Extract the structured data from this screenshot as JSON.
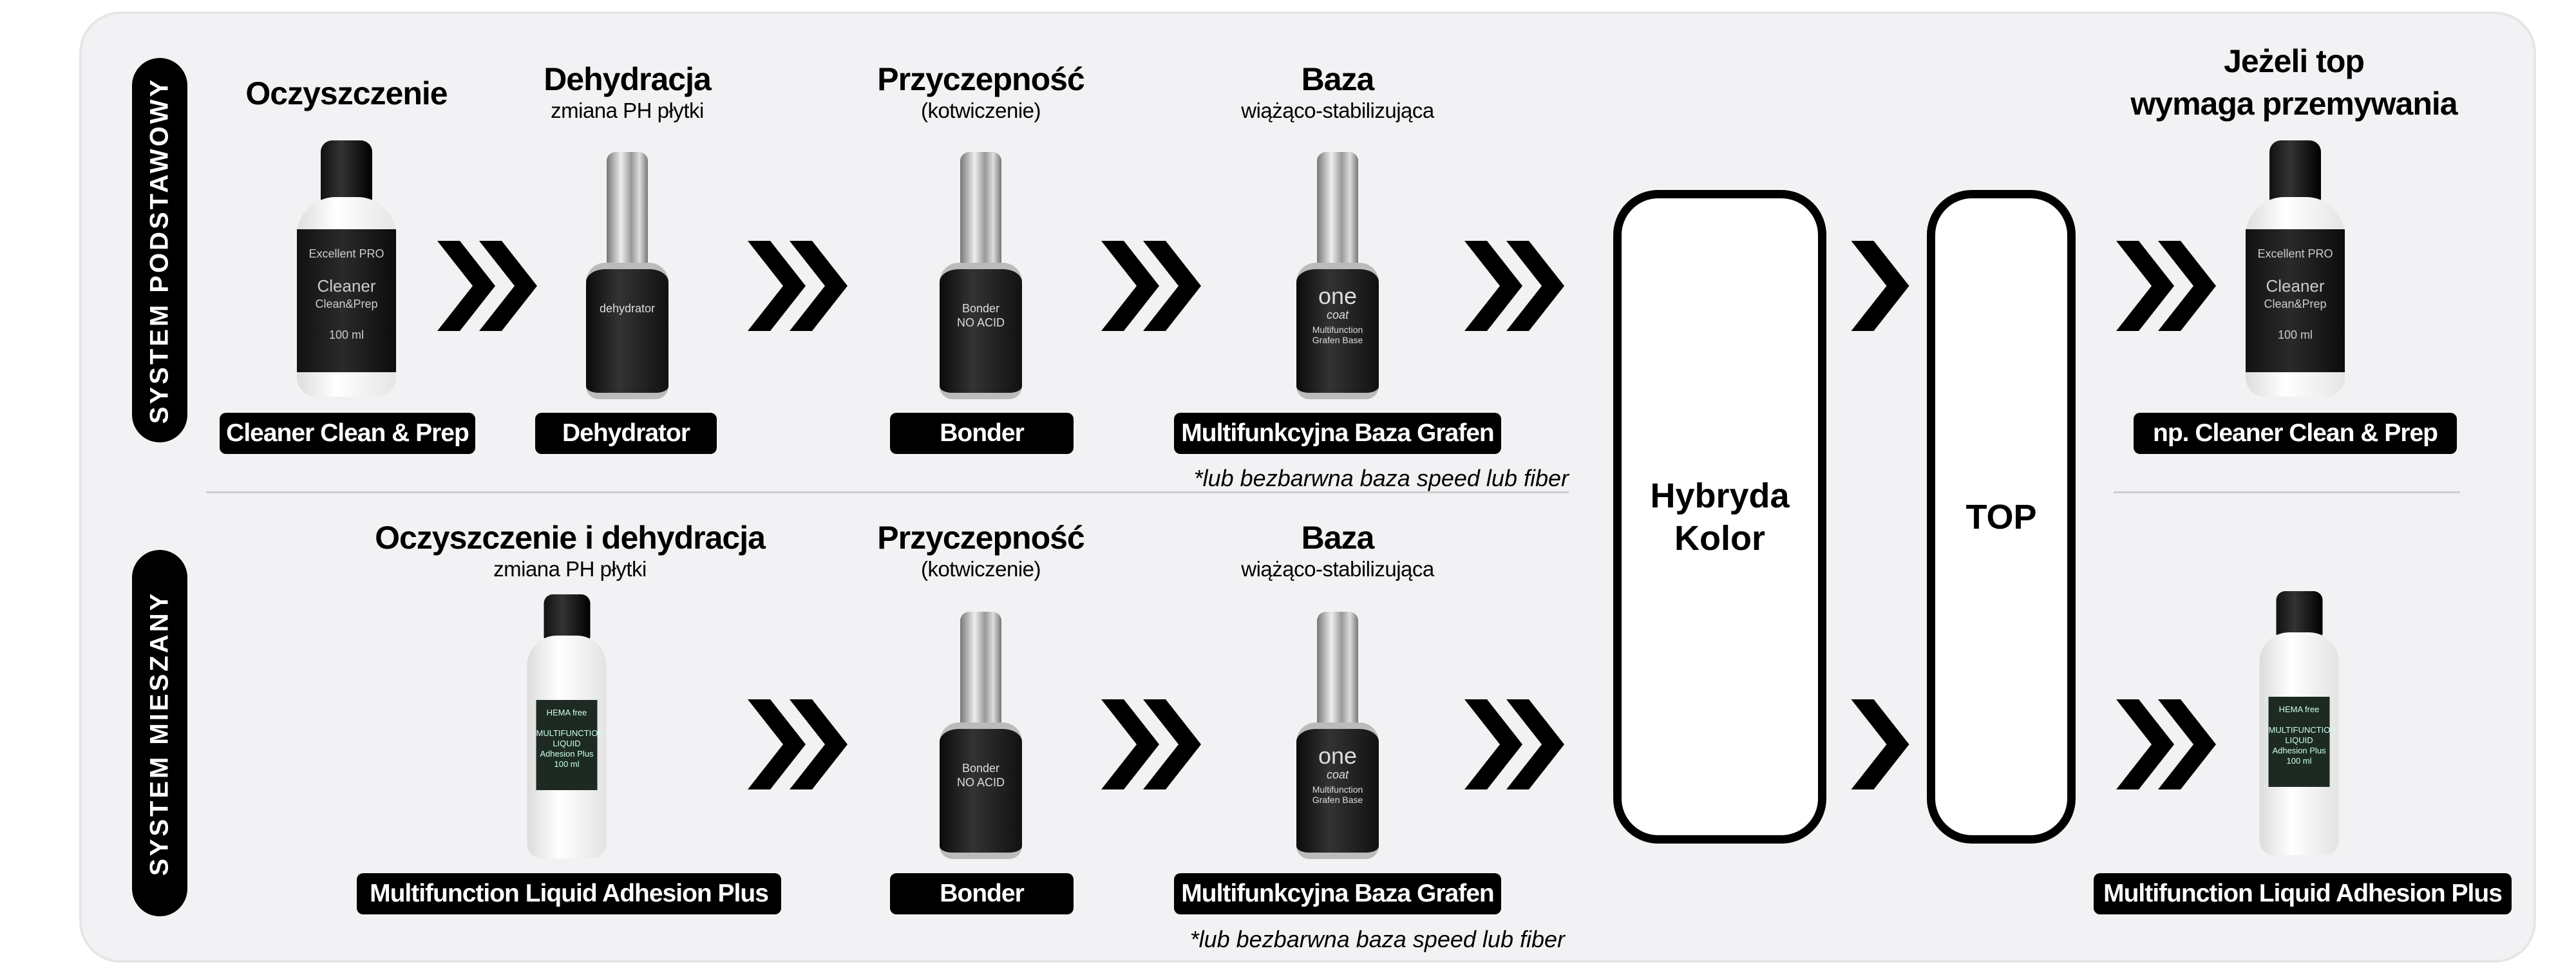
{
  "systems": {
    "basic": "SYSTEM PODSTAWOWY",
    "mixed": "SYSTEM MIESZANY"
  },
  "row1": {
    "steps": [
      {
        "title": "Oczyszczenie",
        "subtitle": "",
        "product": "Cleaner Clean & Prep"
      },
      {
        "title": "Dehydracja",
        "subtitle": "zmiana PH płytki",
        "product": "Dehydrator"
      },
      {
        "title": "Przyczepność",
        "subtitle": "(kotwiczenie)",
        "product": "Bonder"
      },
      {
        "title": "Baza",
        "subtitle": "wiążąco-stabilizująca",
        "product": "Multifunkcyjna Baza Grafen"
      }
    ],
    "note": "*lub bezbarwna baza speed lub fiber",
    "final": {
      "title_line1": "Jeżeli top",
      "title_line2": "wymaga przemywania",
      "product": "np. Cleaner Clean & Prep"
    }
  },
  "row2": {
    "steps": [
      {
        "title": "Oczyszczenie i dehydracja",
        "subtitle": "zmiana PH płytki",
        "product": "Multifunction Liquid Adhesion Plus"
      },
      {
        "title": "Przyczepność",
        "subtitle": "(kotwiczenie)",
        "product": "Bonder"
      },
      {
        "title": "Baza",
        "subtitle": "wiążąco-stabilizująca",
        "product": "Multifunkcyjna Baza Grafen"
      }
    ],
    "note": "*lub bezbarwna baza speed lub fiber",
    "final": {
      "product": "Multifunction Liquid Adhesion Plus"
    }
  },
  "shared": {
    "color_box": {
      "line1": "Hybryda",
      "line2": "Kolor"
    },
    "top_box": "TOP"
  },
  "bottle_labels": {
    "brand": "Excellent PRO",
    "cleaner_name": "Cleaner",
    "cleaner_sub": "Clean&Prep",
    "volume": "100 ml",
    "dehydrator": "dehydrator",
    "bonder": "Bonder",
    "bonder_sub": "NO ACID",
    "base_one": "one",
    "base_coat": "coat",
    "base_name": "Multifunction Grafen Base",
    "liquid_badge": "HEMA free",
    "liquid_name": "MULTIFUNCTION LIQUID",
    "liquid_sub": "Adhesion Plus"
  },
  "colors": {
    "background": "#f2f2f4",
    "ink": "#000000",
    "label_text": "#ffffff"
  }
}
